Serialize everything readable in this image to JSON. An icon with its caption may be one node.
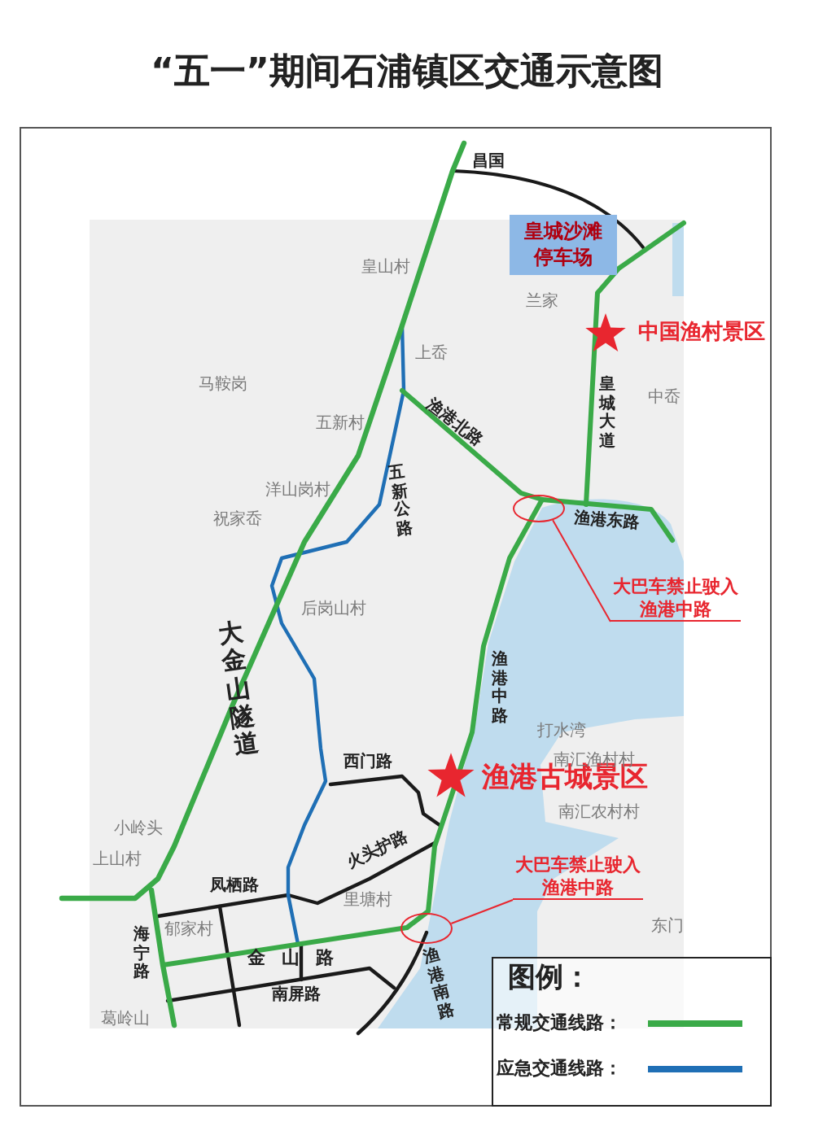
{
  "diagram": {
    "title": "“五一”期间石浦镇区交通示意图",
    "nodes": [
      {
        "text": [
          "皇城沙滩停车场"
        ]
      },
      {
        "text": [],
        "shape": "circle"
      },
      {
        "text": [
          "大巴车禁止驶入渔港中路"
        ]
      },
      {
        "text": [],
        "shape": "circle"
      },
      {
        "text": [
          "大巴车禁止驶入渔港中路"
        ]
      }
    ],
    "edges": [
      {
        "from": 2,
        "to": 1,
        "arrow": "none",
        "color": "#e8262f"
      },
      {
        "from": 4,
        "to": 3,
        "arrow": "none",
        "color": "#e8262f"
      }
    ],
    "labels": [
      "昌国",
      "中国渔村景区",
      "皇城大道",
      "渔港北路",
      "五新公路",
      "渔港东路",
      "大金山隧道",
      "渔港中路",
      "渔港古城景区",
      "西门路",
      "火头护路",
      "凤栖路",
      "海宁路",
      "金山路",
      "南屏路",
      "渔港南路",
      "皇山村",
      "兰家",
      "上岙",
      "马鞍岗",
      "五新村",
      "洋山岗村",
      "祝家岙",
      "后岗山村",
      "小岭头",
      "上山村",
      "郁家村",
      "里塘村",
      "葛岭山",
      "打水湾",
      "南汇渔村村",
      "南汇农村村",
      "东门",
      "中岙",
      "图例："
    ],
    "legend": [
      {
        "text": "常规交通线路："
      },
      {
        "text": "应急交通线路："
      }
    ]
  }
}
